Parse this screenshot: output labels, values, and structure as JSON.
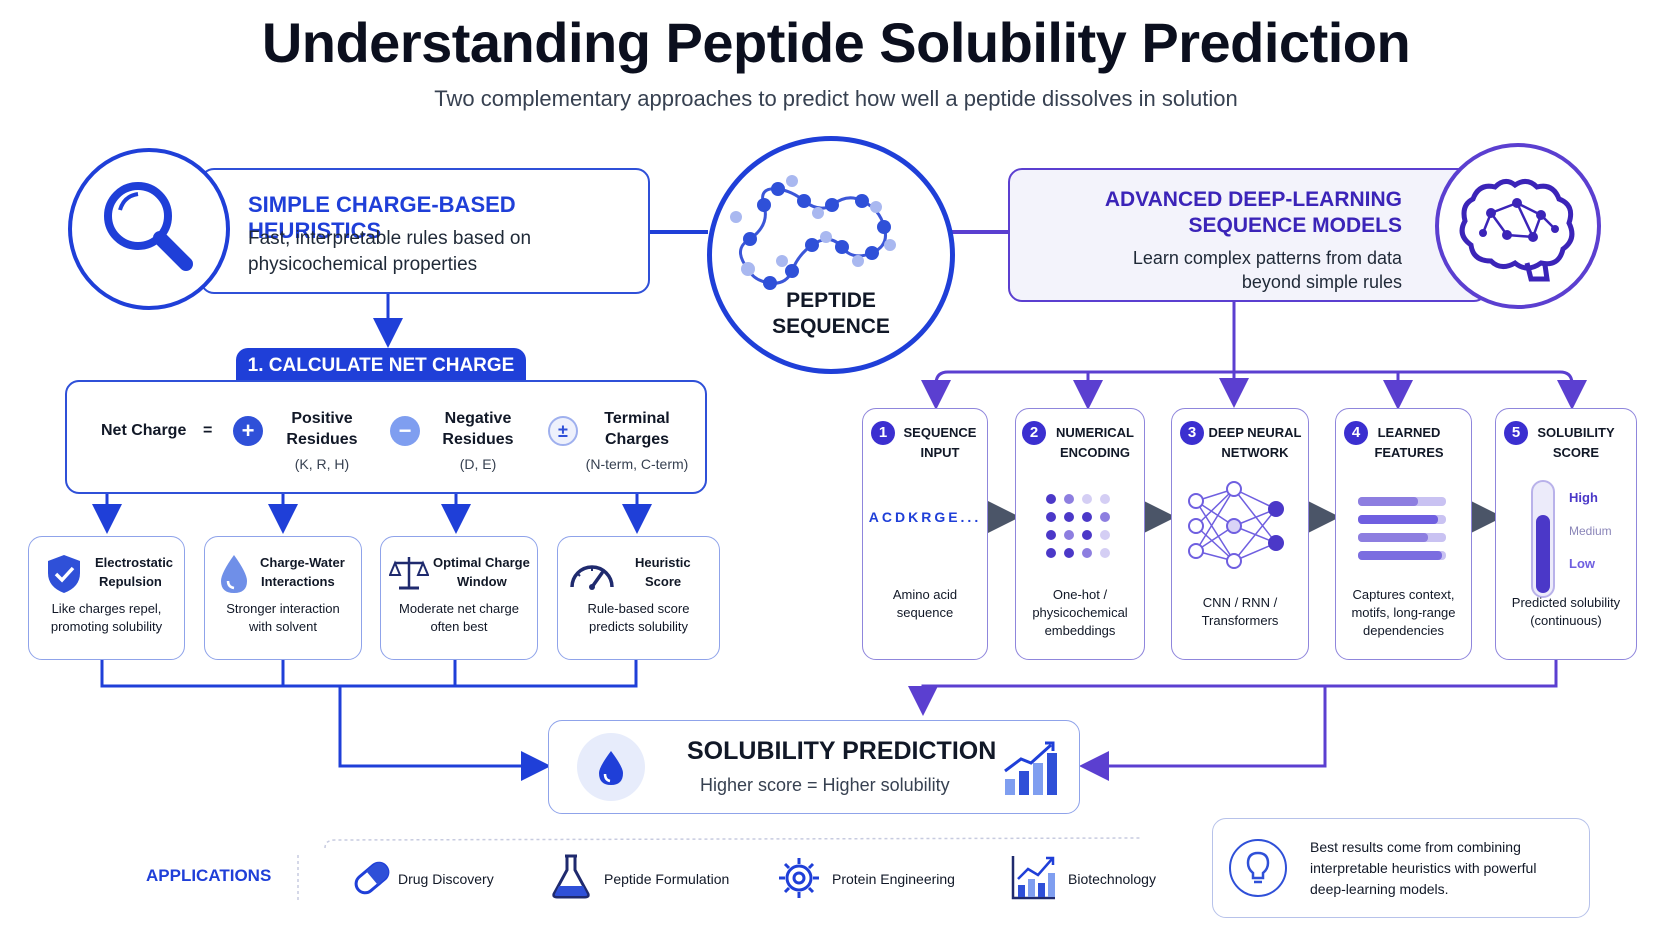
{
  "title": "Understanding Peptide Solubility Prediction",
  "subtitle": "Two complementary approaches to predict how well a peptide dissolves in solution",
  "center_node": {
    "label_line1": "PEPTIDE",
    "label_line2": "SEQUENCE"
  },
  "left_panel": {
    "title": "SIMPLE CHARGE-BASED HEURISTICS",
    "desc_line1": "Fast, interpretable rules based on",
    "desc_line2": "physicochemical properties",
    "icon": "magnifier-icon"
  },
  "right_panel": {
    "title_line1": "ADVANCED DEEP-LEARNING",
    "title_line2": "SEQUENCE MODELS",
    "desc_line1": "Learn complex patterns from data",
    "desc_line2": "beyond simple rules",
    "icon": "brain-network-icon"
  },
  "net_charge": {
    "tab_label": "1. CALCULATE NET CHARGE",
    "lhs": "Net Charge",
    "equals": "=",
    "terms": [
      {
        "symbol": "+",
        "line1": "Positive",
        "line2": "Residues",
        "detail": "(K, R, H)"
      },
      {
        "symbol": "−",
        "line1": "Negative",
        "line2": "Residues",
        "detail": "(D, E)"
      },
      {
        "symbol": "±",
        "line1": "Terminal",
        "line2": "Charges",
        "detail": "(N-term, C-term)"
      }
    ]
  },
  "heuristic_cards": [
    {
      "title_line1": "Electrostatic",
      "title_line2": "Repulsion",
      "desc_line1": "Like charges repel,",
      "desc_line2": "promoting solubility",
      "icon": "shield-check-icon"
    },
    {
      "title_line1": "Charge-Water",
      "title_line2": "Interactions",
      "desc_line1": "Stronger interaction",
      "desc_line2": "with solvent",
      "icon": "water-drop-icon"
    },
    {
      "title_line1": "Optimal Charge",
      "title_line2": "Window",
      "desc_line1": "Moderate net charge",
      "desc_line2": "often best",
      "icon": "balance-scale-icon"
    },
    {
      "title_line1": "Heuristic",
      "title_line2": "Score",
      "desc_line1": "Rule-based score",
      "desc_line2": "predicts solubility",
      "icon": "gauge-icon"
    }
  ],
  "dl_steps": [
    {
      "num": "1",
      "title_line1": "SEQUENCE",
      "title_line2": "INPUT",
      "visual_text": "ACDKRGE...",
      "desc_line1": "Amino acid",
      "desc_line2": "sequence",
      "desc_line3": ""
    },
    {
      "num": "2",
      "title_line1": "NUMERICAL",
      "title_line2": "ENCODING",
      "desc_line1": "One-hot /",
      "desc_line2": "physicochemical",
      "desc_line3": "embeddings"
    },
    {
      "num": "3",
      "title_line1": "DEEP NEURAL",
      "title_line2": "NETWORK",
      "desc_line1": "CNN / RNN /",
      "desc_line2": "Transformers",
      "desc_line3": ""
    },
    {
      "num": "4",
      "title_line1": "LEARNED",
      "title_line2": "FEATURES",
      "desc_line1": "Captures context,",
      "desc_line2": "motifs, long-range",
      "desc_line3": "dependencies"
    },
    {
      "num": "5",
      "title_line1": "SOLUBILITY",
      "title_line2": "SCORE",
      "desc_line1": "Predicted solubility",
      "desc_line2": "(continuous)",
      "desc_line3": "",
      "levels": {
        "high": "High",
        "medium": "Medium",
        "low": "Low"
      }
    }
  ],
  "prediction": {
    "title": "SOLUBILITY PREDICTION",
    "subtitle": "Higher score = Higher solubility"
  },
  "applications": {
    "label": "APPLICATIONS",
    "items": [
      {
        "label": "Drug Discovery",
        "icon": "capsule-icon"
      },
      {
        "label": "Peptide Formulation",
        "icon": "flask-icon"
      },
      {
        "label": "Protein Engineering",
        "icon": "gear-icon"
      },
      {
        "label": "Biotechnology",
        "icon": "growth-chart-icon"
      }
    ]
  },
  "tip": {
    "line1": "Best results come from combining",
    "line2": "interpretable heuristics with powerful",
    "line3": "deep-learning models.",
    "icon": "lightbulb-icon"
  },
  "colors": {
    "blue": "#2f50d8",
    "purple": "#5b3fd0",
    "navy": "#1f3fd8"
  }
}
